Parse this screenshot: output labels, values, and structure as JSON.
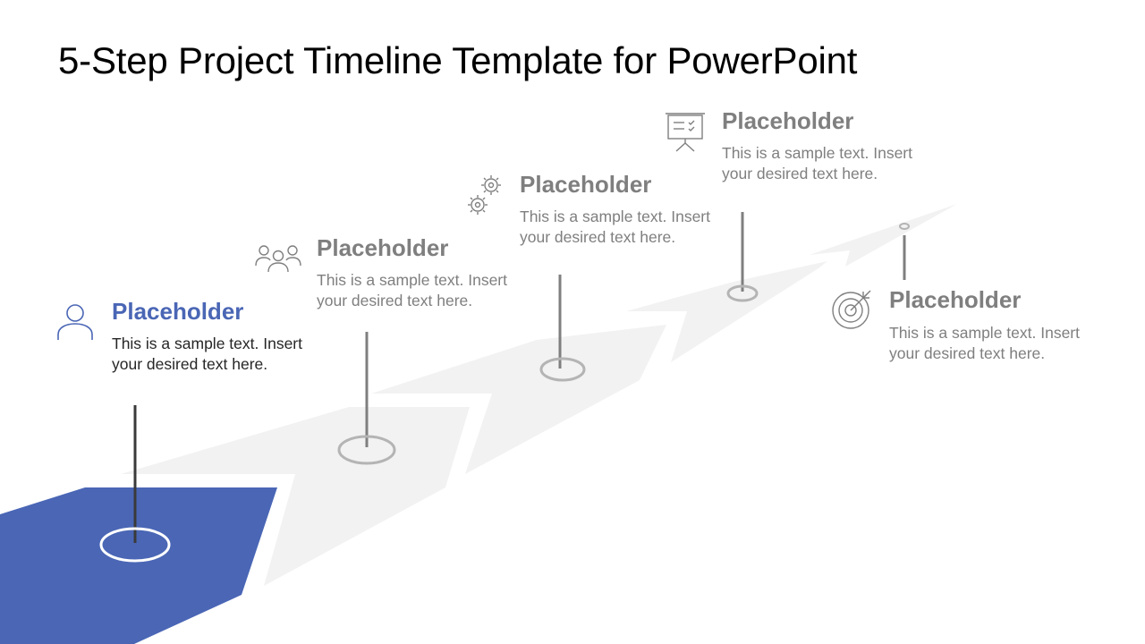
{
  "slide": {
    "title": "5-Step Project Timeline Template for PowerPoint"
  },
  "colors": {
    "accent": "#4A66B5",
    "road_gray": "#F2F2F2",
    "marker_gray": "#B4B4B4",
    "pole_dark": "#3A3A3A",
    "pole_gray": "#7F7F7F",
    "text_dark": "#262626",
    "text_gray": "#7F7F7F"
  },
  "steps": [
    {
      "icon": "person-icon",
      "title": "Placeholder",
      "body": "This is a sample text. Insert your desired text here."
    },
    {
      "icon": "team-icon",
      "title": "Placeholder",
      "body": "This is a sample text. Insert your desired text here."
    },
    {
      "icon": "gears-icon",
      "title": "Placeholder",
      "body": "This is a sample text. Insert your desired text here."
    },
    {
      "icon": "presentation-board-icon",
      "title": "Placeholder",
      "body": "This is a sample text. Insert your desired text here."
    },
    {
      "icon": "target-icon",
      "title": "Placeholder",
      "body": "This is a sample text. Insert your desired text here."
    }
  ]
}
